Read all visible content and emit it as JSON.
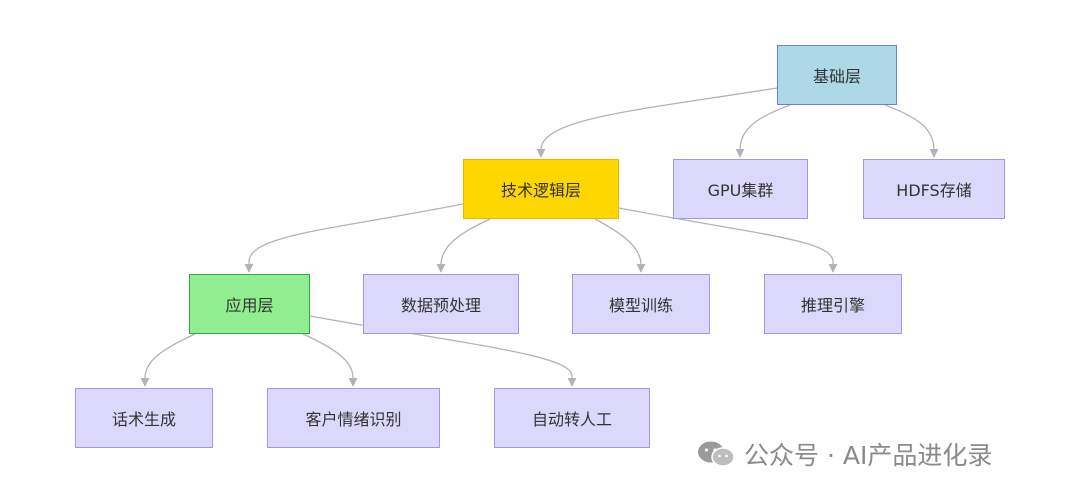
{
  "diagram": {
    "nodes": {
      "base": "基础层",
      "tech": "技术逻辑层",
      "gpu": "GPU集群",
      "hdfs": "HDFS存储",
      "app": "应用层",
      "preprocess": "数据预处理",
      "model": "模型训练",
      "inference": "推理引擎",
      "talk": "话术生成",
      "emotion": "客户情绪识别",
      "human": "自动转人工"
    },
    "edges": [
      [
        "base",
        "tech"
      ],
      [
        "base",
        "gpu"
      ],
      [
        "base",
        "hdfs"
      ],
      [
        "tech",
        "app"
      ],
      [
        "tech",
        "preprocess"
      ],
      [
        "tech",
        "model"
      ],
      [
        "tech",
        "inference"
      ],
      [
        "app",
        "talk"
      ],
      [
        "app",
        "emotion"
      ],
      [
        "app",
        "human"
      ]
    ],
    "colors": {
      "base": "#add8e6",
      "tech": "#ffd700",
      "app": "#90ee90",
      "leaf": "#dcd8fc",
      "edge": "#b3b3b3"
    }
  },
  "watermark": {
    "text": "公众号 · AI产品进化录",
    "icon": "wechat-icon"
  }
}
